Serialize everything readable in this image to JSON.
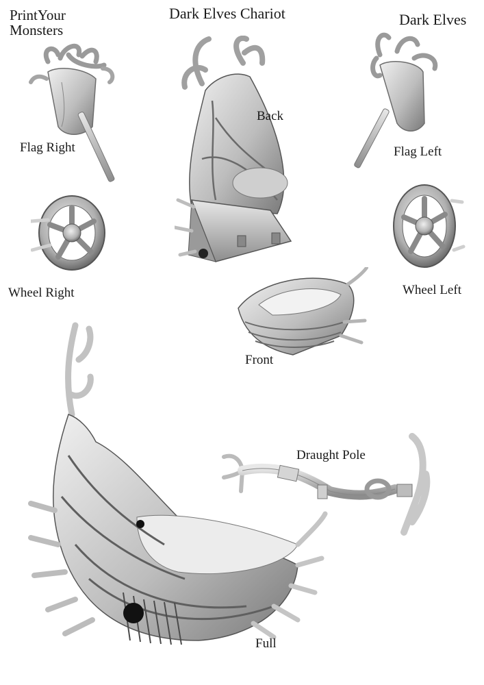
{
  "header": {
    "brand_line1": "PrintYour",
    "brand_line2": "Monsters",
    "title": "Dark Elves Chariot",
    "faction": "Dark Elves"
  },
  "parts": {
    "flag_right": {
      "label": "Flag Right",
      "icon": "flag-banner-horned"
    },
    "back": {
      "label": "Back",
      "icon": "chariot-back-antlered"
    },
    "flag_left": {
      "label": "Flag Left",
      "icon": "flag-banner-horned"
    },
    "wheel_right": {
      "label": "Wheel Right",
      "icon": "spiked-wheel"
    },
    "wheel_left": {
      "label": "Wheel Left",
      "icon": "spiked-wheel"
    },
    "front": {
      "label": "Front",
      "icon": "chariot-front-hull"
    },
    "draught_pole": {
      "label": "Draught Pole",
      "icon": "draught-pole-hooked"
    },
    "full": {
      "label": "Full",
      "icon": "chariot-full-assembled"
    }
  },
  "colors": {
    "background": "#ffffff",
    "text": "#1a1a1a",
    "model_light": "#e6e6e6",
    "model_mid": "#b4b4b4",
    "model_dark": "#5a5a5a"
  }
}
